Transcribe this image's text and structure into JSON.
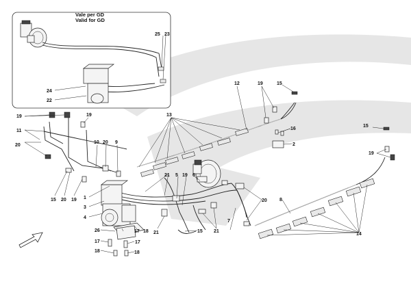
{
  "inset": {
    "title_it": "Vale per GD",
    "title_en": "Valid for GD"
  },
  "callouts": {
    "c25": "25",
    "c23": "23",
    "c24": "24",
    "c22": "22",
    "c12": "12",
    "c19a": "19",
    "c15a": "15",
    "c16": "16",
    "c2": "2",
    "c13": "13",
    "c19b": "19",
    "c11": "11",
    "c20a": "20",
    "c19c": "19",
    "c10": "10",
    "c20b": "20",
    "c9": "9",
    "c21a": "21",
    "c5": "5",
    "c19d": "19",
    "c6": "6",
    "c1": "1",
    "c15b": "15",
    "c20c": "20",
    "c19e": "19",
    "c3": "3",
    "c4": "4",
    "c26": "26",
    "c17a": "17",
    "c17b": "17",
    "c18a": "18",
    "c17c": "17",
    "c21b": "21",
    "c18b": "18",
    "c18c": "18",
    "c15c": "15",
    "c21c": "21",
    "c7": "7",
    "c20d": "20",
    "c8": "8",
    "c15d": "15",
    "c19f": "19",
    "c14": "14"
  },
  "colors": {
    "line": "#222222",
    "watermark": "#e4e4e4",
    "background": "#ffffff"
  }
}
